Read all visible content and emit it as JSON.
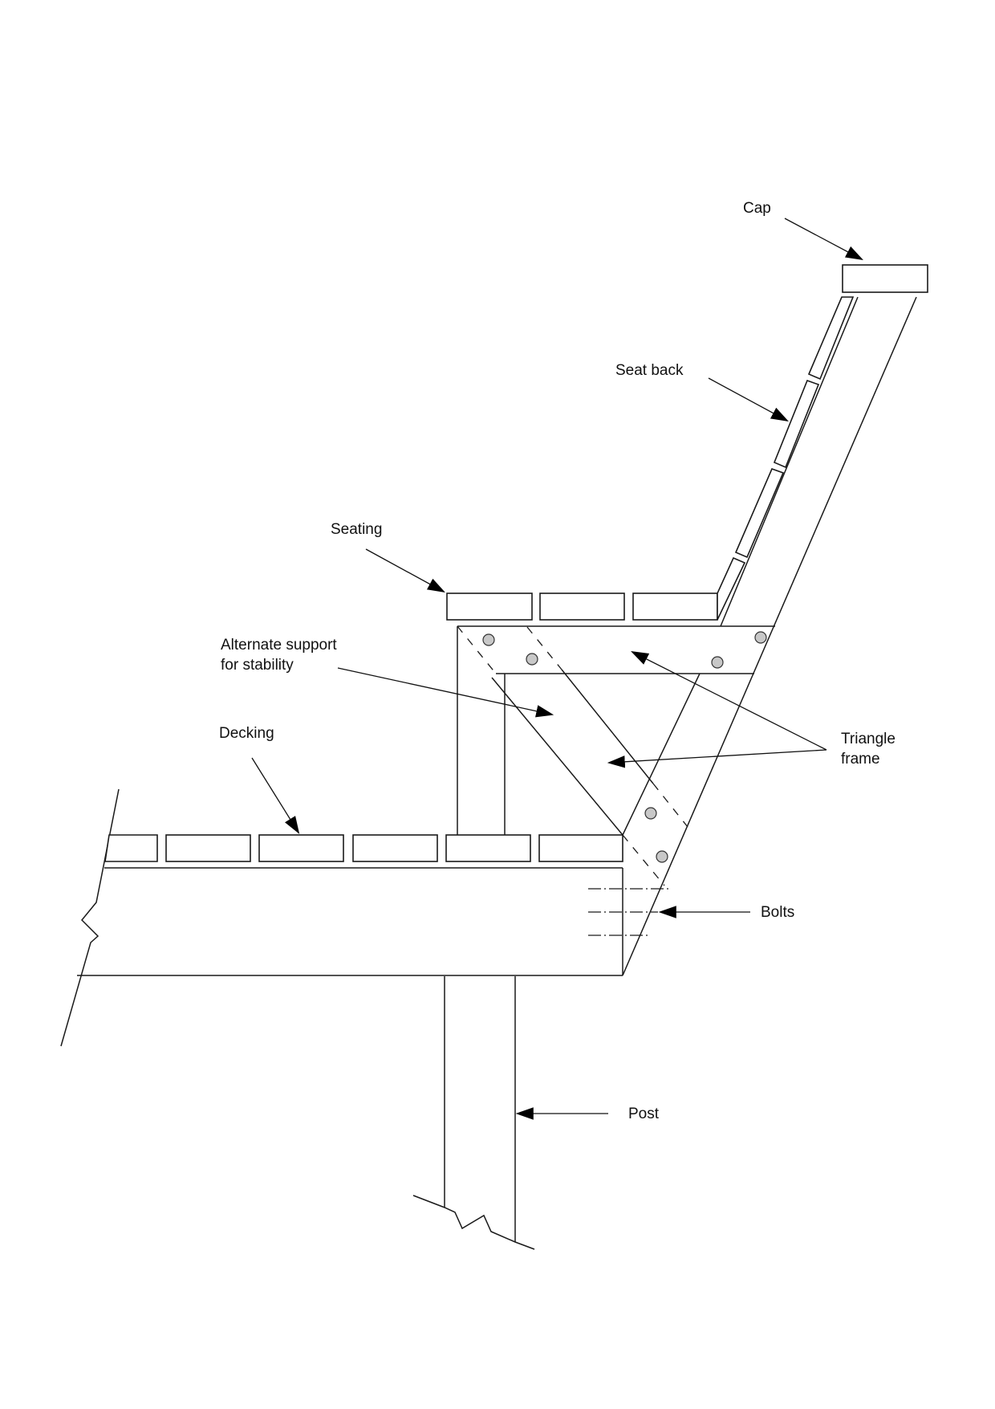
{
  "diagram": {
    "type": "technical-drawing",
    "subject": "Deck bench with triangle frame support (side elevation)",
    "line_color": "#1a1a1a",
    "bolt_fill": "#c8c8c8",
    "labels": {
      "cap": "Cap",
      "seat_back": "Seat back",
      "seating": "Seating",
      "alternate_support_line1": "Alternate support",
      "alternate_support_line2": "for stability",
      "decking": "Decking",
      "triangle_frame_line1": "Triangle",
      "triangle_frame_line2": "frame",
      "bolts": "Bolts",
      "post": "Post"
    },
    "components": {
      "seating_boards": 3,
      "seat_back_boards": 4,
      "decking_boards": 6,
      "frame_bolts": 6,
      "joist_bolts": 3
    }
  }
}
